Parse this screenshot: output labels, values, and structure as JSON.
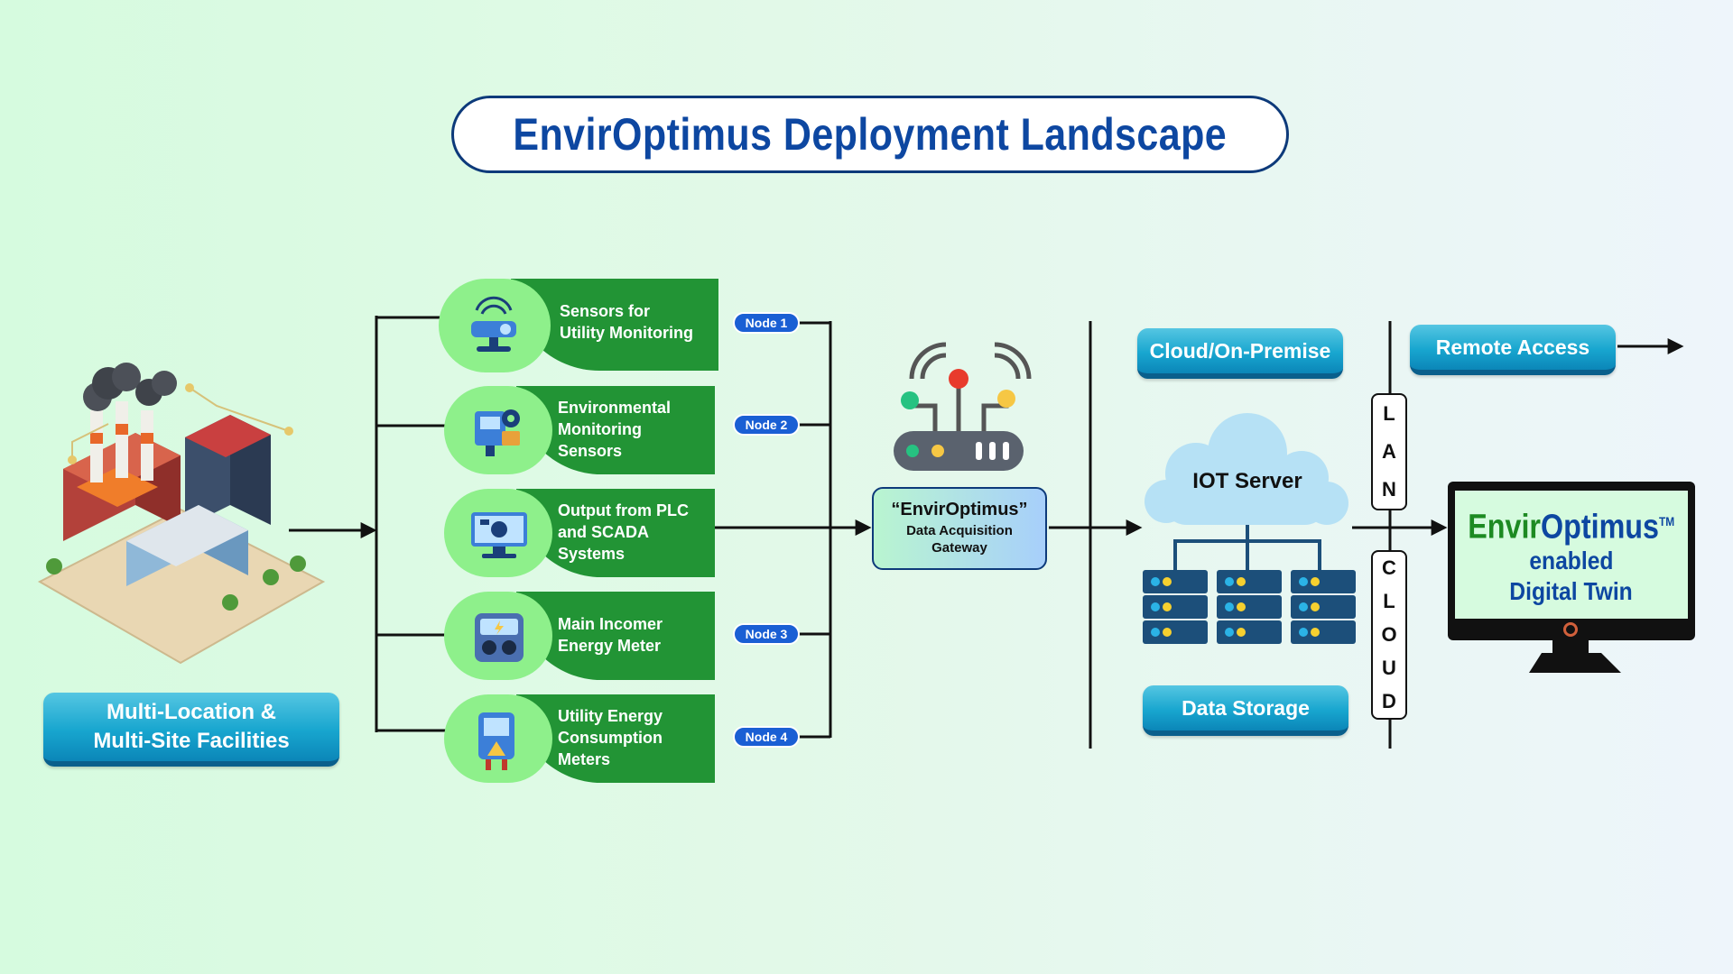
{
  "title": "EnvirOptimus Deployment Landscape",
  "facility": {
    "label_line1": "Multi-Location &",
    "label_line2": "Multi-Site Facilities"
  },
  "inputs": [
    {
      "label": "Sensors for\nUtility Monitoring",
      "icon": "sensor-camera-icon",
      "node": "Node 1"
    },
    {
      "label": "Environmental\nMonitoring\nSensors",
      "icon": "environment-sensor-icon",
      "node": "Node 2"
    },
    {
      "label": "Output from PLC\nand SCADA\nSystems",
      "icon": "plc-scada-icon",
      "node": ""
    },
    {
      "label": "Main Incomer\nEnergy Meter",
      "icon": "energy-meter-icon",
      "node": "Node 3"
    },
    {
      "label": "Utility Energy\nConsumption\nMeters",
      "icon": "utility-meter-icon",
      "node": "Node 4"
    }
  ],
  "gateway": {
    "name": "“EnvirOptimus”",
    "line1": "Data Acquisition",
    "line2": "Gateway"
  },
  "server": {
    "cloud_label": "IOT Server",
    "cloud_on_premise": "Cloud/On-Premise",
    "data_storage": "Data Storage"
  },
  "network": {
    "lan": [
      "L",
      "A",
      "N"
    ],
    "cloud": [
      "C",
      "L",
      "O",
      "U",
      "D"
    ]
  },
  "remote_access": "Remote Access",
  "digital_twin": {
    "brand_part1": "Envir",
    "brand_part2": "Optimus",
    "trademark": "TM",
    "line1": "enabled",
    "line2": "Digital Twin"
  },
  "colors": {
    "title": "#0d47a1",
    "leaf_green": "#229435",
    "leaf_circle": "#8ef08b",
    "node_badge": "#1a5fd4",
    "pill_blue": "#18a6cf",
    "brand_green": "#1d8a22",
    "brand_blue": "#0d47a1"
  }
}
